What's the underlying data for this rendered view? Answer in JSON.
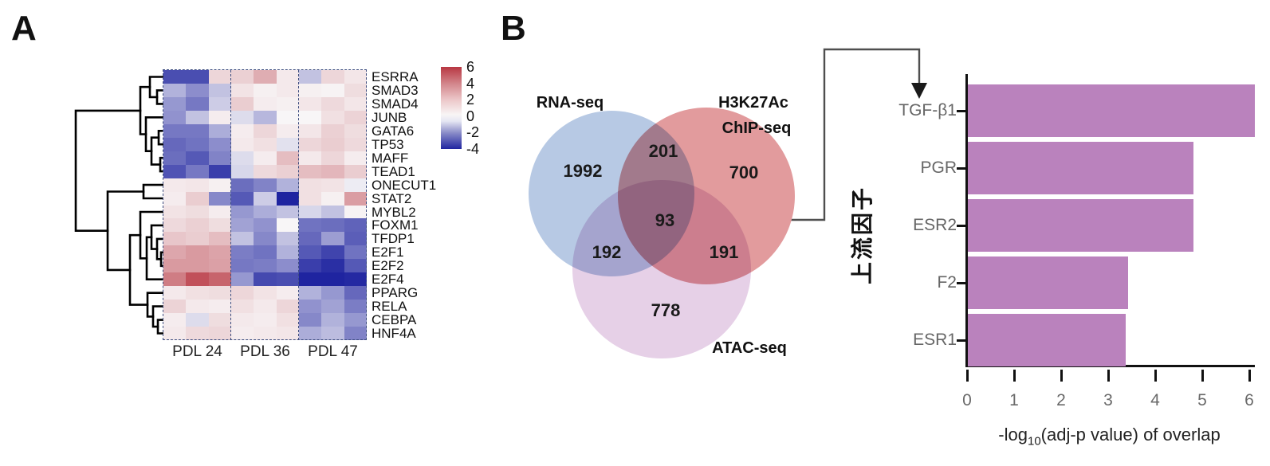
{
  "panels": {
    "a": "A",
    "b": "B"
  },
  "chart_data": [
    {
      "type": "heatmap",
      "title": "",
      "genes": [
        "ESRRA",
        "SMAD3",
        "SMAD4",
        "JUNB",
        "GATA6",
        "TP53",
        "MAFF",
        "TEAD1",
        "ONECUT1",
        "STAT2",
        "MYBL2",
        "FOXM1",
        "TFDP1",
        "E2F1",
        "E2F2",
        "E2F4",
        "PPARG",
        "RELA",
        "CEBPA",
        "HNF4A"
      ],
      "group_labels": [
        "PDL 24",
        "PDL 36",
        "PDL 47"
      ],
      "columns_per_group": 3,
      "values": [
        [
          -3.2,
          -3.2,
          1.0,
          1.2,
          2.3,
          0.4,
          -1.0,
          1.0,
          0.5
        ],
        [
          -1.3,
          -2.0,
          -1.0,
          0.6,
          0.2,
          0.4,
          0.2,
          0.1,
          0.8
        ],
        [
          -1.8,
          -2.4,
          -0.8,
          1.3,
          0.3,
          0.2,
          0.5,
          0.9,
          0.5
        ],
        [
          -1.9,
          -1.0,
          0.3,
          -0.5,
          -1.2,
          0.0,
          0.0,
          0.7,
          1.1
        ],
        [
          -2.4,
          -2.4,
          -1.4,
          0.3,
          1.0,
          0.3,
          0.5,
          1.2,
          0.8
        ],
        [
          -2.7,
          -2.5,
          -2.0,
          0.4,
          0.7,
          -0.4,
          1.0,
          1.3,
          0.9
        ],
        [
          -2.6,
          -3.0,
          -2.2,
          -0.5,
          0.3,
          1.8,
          0.4,
          1.0,
          0.3
        ],
        [
          -3.1,
          -2.4,
          -3.5,
          -0.6,
          0.9,
          1.2,
          1.8,
          2.0,
          1.3
        ],
        [
          0.4,
          0.5,
          0.2,
          -2.6,
          -2.2,
          -1.3,
          0.7,
          0.6,
          -0.2
        ],
        [
          0.3,
          1.3,
          -2.1,
          -3.0,
          -0.8,
          -4.0,
          0.7,
          0.2,
          2.8
        ],
        [
          0.6,
          0.8,
          0.3,
          -1.8,
          -1.4,
          -1.0,
          -0.6,
          -1.0,
          0.1
        ],
        [
          0.9,
          1.2,
          0.8,
          -1.6,
          -1.9,
          0.0,
          -2.5,
          -2.6,
          -2.8
        ],
        [
          1.5,
          1.3,
          1.8,
          -1.0,
          -2.1,
          -1.0,
          -2.7,
          -1.7,
          -2.9
        ],
        [
          2.5,
          2.9,
          2.6,
          -2.3,
          -2.5,
          -1.3,
          -3.0,
          -3.4,
          -2.5
        ],
        [
          2.9,
          2.9,
          2.7,
          -2.4,
          -2.3,
          -2.0,
          -3.5,
          -3.8,
          -3.0
        ],
        [
          3.8,
          5.2,
          4.6,
          -1.8,
          -3.3,
          -3.2,
          -4.0,
          -4.0,
          -3.9
        ],
        [
          0.4,
          0.7,
          0.8,
          1.0,
          0.6,
          0.3,
          -1.3,
          -1.8,
          -2.7
        ],
        [
          1.1,
          0.4,
          0.3,
          0.7,
          0.4,
          1.0,
          -1.9,
          -1.6,
          -2.3
        ],
        [
          0.3,
          -0.5,
          0.8,
          0.4,
          0.3,
          0.7,
          -2.1,
          -1.3,
          -1.8
        ],
        [
          0.4,
          0.9,
          1.0,
          0.3,
          0.4,
          0.5,
          -1.4,
          -1.1,
          -2.2
        ]
      ],
      "colorbar_ticks": [
        6,
        4,
        2,
        0,
        -2,
        -4
      ],
      "color_domain": [
        -4,
        6
      ],
      "colors": {
        "positive_max": "#b83742",
        "zero": "#f8f6f7",
        "negative_max": "#1f24a0"
      }
    },
    {
      "type": "venn",
      "sets": [
        {
          "name": "RNA-seq",
          "line1": "RNA-seq",
          "line2": "",
          "unique": 1992,
          "color": "#b7c9e4"
        },
        {
          "name": "H3K27Ac ChIP-seq",
          "line1": "H3K27Ac",
          "line2": "ChIP-seq",
          "unique": 700,
          "color": "#e29b9d"
        },
        {
          "name": "ATAC-seq",
          "line1": "ATAC-seq",
          "line2": "",
          "unique": 778,
          "color": "#e6d0e7"
        }
      ],
      "overlaps": {
        "rna_chip": 201,
        "rna_atac": 192,
        "chip_atac": 191,
        "all": 93
      }
    },
    {
      "type": "bar",
      "categories": [
        "TGF-β1",
        "PGR",
        "ESR2",
        "F2",
        "ESR1"
      ],
      "values": [
        6.1,
        4.8,
        4.8,
        3.4,
        3.35
      ],
      "title": "",
      "xlabel": "-log10(adj-p value) of overlap",
      "xlabel_parts": {
        "prefix": "-log",
        "sub": "10",
        "suffix": "(adj-p value) of overlap"
      },
      "ylabel": "上流因子",
      "xlim": [
        0,
        6
      ],
      "xticks": [
        0,
        1,
        2,
        3,
        4,
        5,
        6
      ],
      "bar_color": "#ba82bd",
      "legend": "none",
      "grid": false
    }
  ]
}
